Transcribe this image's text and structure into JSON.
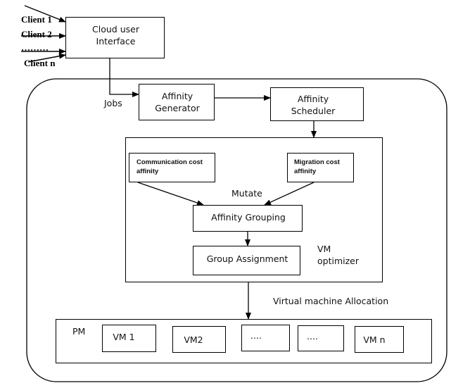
{
  "clients": {
    "client1": "Client 1",
    "client2": "Client 2",
    "dots": "………",
    "clientn": "Client n"
  },
  "boxes": {
    "cloud_ui": "Cloud user Interface",
    "affinity_generator": "Affinity Generator",
    "affinity_scheduler": "Affinity Scheduler",
    "comm_cost": "Communication cost affinity",
    "migration_cost": "Migration cost affinity",
    "affinity_grouping": "Affinity Grouping",
    "group_assignment": "Group Assignment"
  },
  "labels": {
    "jobs": "Jobs",
    "mutate": "Mutate",
    "vm_optimizer": "VM optimizer",
    "vm_allocation": "Virtual machine Allocation",
    "pm": "PM"
  },
  "vms": [
    "VM 1",
    "VM2",
    "....",
    "....",
    "VM n"
  ]
}
